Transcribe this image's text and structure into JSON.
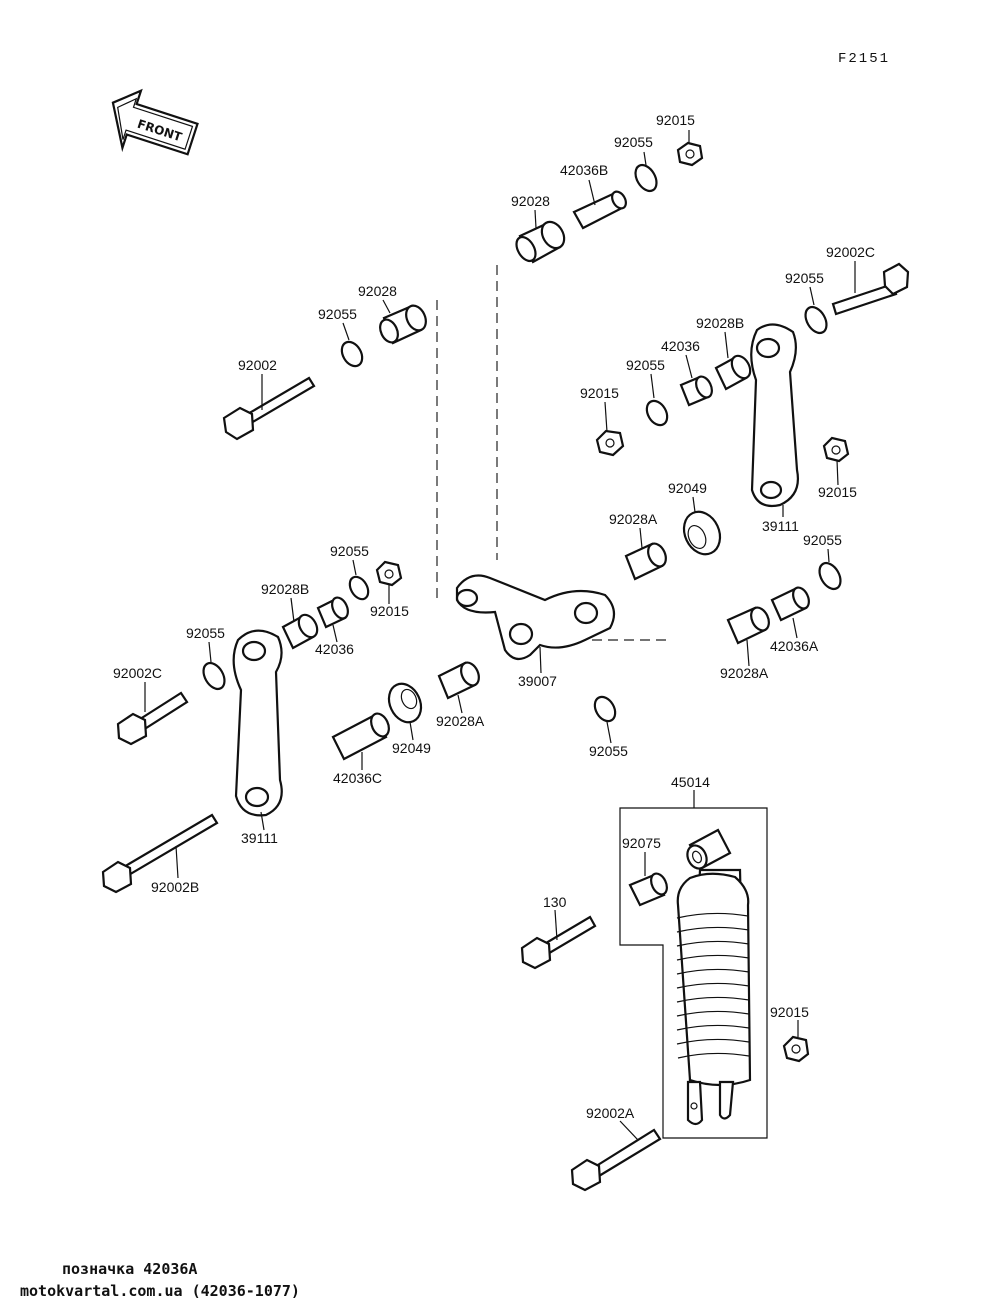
{
  "diagram": {
    "code": "F2151",
    "front_label": "FRONT",
    "labels": [
      {
        "id": "l1",
        "text": "92015"
      },
      {
        "id": "l2",
        "text": "92055"
      },
      {
        "id": "l3",
        "text": "42036B"
      },
      {
        "id": "l4",
        "text": "92028"
      },
      {
        "id": "l5",
        "text": "92002C"
      },
      {
        "id": "l6",
        "text": "92055"
      },
      {
        "id": "l7",
        "text": "92028"
      },
      {
        "id": "l8",
        "text": "92055"
      },
      {
        "id": "l9",
        "text": "92002"
      },
      {
        "id": "l10",
        "text": "92028B"
      },
      {
        "id": "l11",
        "text": "42036"
      },
      {
        "id": "l12",
        "text": "92055"
      },
      {
        "id": "l13",
        "text": "92015"
      },
      {
        "id": "l14",
        "text": "92015"
      },
      {
        "id": "l15",
        "text": "92049"
      },
      {
        "id": "l16",
        "text": "92028A"
      },
      {
        "id": "l17",
        "text": "39111"
      },
      {
        "id": "l18",
        "text": "92055"
      },
      {
        "id": "l19",
        "text": "92055"
      },
      {
        "id": "l20",
        "text": "92028B"
      },
      {
        "id": "l21",
        "text": "92015"
      },
      {
        "id": "l22",
        "text": "42036"
      },
      {
        "id": "l23",
        "text": "92055"
      },
      {
        "id": "l24",
        "text": "92002C"
      },
      {
        "id": "l25",
        "text": "39007"
      },
      {
        "id": "l26",
        "text": "42036A"
      },
      {
        "id": "l27",
        "text": "92028A"
      },
      {
        "id": "l28",
        "text": "92028A"
      },
      {
        "id": "l29",
        "text": "92049"
      },
      {
        "id": "l30",
        "text": "42036C"
      },
      {
        "id": "l31",
        "text": "92055"
      },
      {
        "id": "l32",
        "text": "39111"
      },
      {
        "id": "l33",
        "text": "92002B"
      },
      {
        "id": "l34",
        "text": "45014"
      },
      {
        "id": "l35",
        "text": "92075"
      },
      {
        "id": "l36",
        "text": "130"
      },
      {
        "id": "l37",
        "text": "92015"
      },
      {
        "id": "l38",
        "text": "92002A"
      }
    ]
  },
  "footer": {
    "caption": "позначка 42036A",
    "source": "motokvartal.com.ua (42036-1077)"
  }
}
